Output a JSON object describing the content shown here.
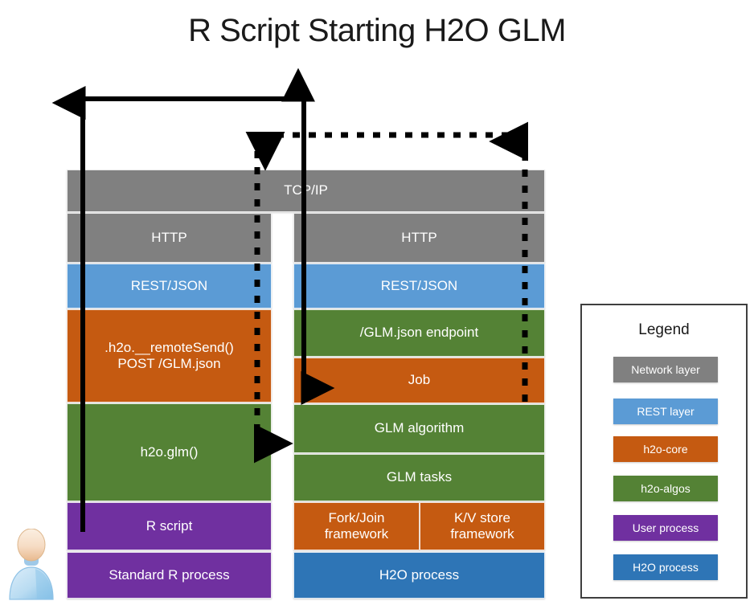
{
  "title": "R Script Starting H2O GLM",
  "colors": {
    "network_layer": "#808080",
    "rest_layer": "#5B9BD5",
    "h2o_core": "#C55A11",
    "h2o_algos": "#548235",
    "user_process": "#7030A0",
    "h2o_process": "#2E75B6",
    "arrow": "#000000",
    "background": "#FFFFFF"
  },
  "shared": {
    "tcpip": {
      "label": "TCP/IP",
      "category": "network_layer"
    }
  },
  "left_column": {
    "name": "Standard R process stack",
    "blocks": [
      {
        "label": "HTTP",
        "category": "network_layer"
      },
      {
        "label": "REST/JSON",
        "category": "rest_layer"
      },
      {
        "label": ".h2o.__remoteSend()\nPOST /GLM.json",
        "category": "h2o_core"
      },
      {
        "label": "h2o.glm()",
        "category": "h2o_algos"
      },
      {
        "label": "R script",
        "category": "user_process"
      },
      {
        "label": "Standard R process",
        "category": "user_process"
      }
    ]
  },
  "right_column": {
    "name": "H2O process stack",
    "blocks": [
      {
        "label": "HTTP",
        "category": "network_layer"
      },
      {
        "label": "REST/JSON",
        "category": "rest_layer"
      },
      {
        "label": "/GLM.json endpoint",
        "category": "h2o_algos"
      },
      {
        "label": "Job",
        "category": "h2o_core"
      },
      {
        "label": "GLM algorithm",
        "category": "h2o_algos"
      },
      {
        "label": "GLM tasks",
        "category": "h2o_algos"
      }
    ],
    "split_row": [
      {
        "label": "Fork/Join\nframework",
        "category": "h2o_core"
      },
      {
        "label": "K/V store\nframework",
        "category": "h2o_core"
      }
    ],
    "footer": {
      "label": "H2O process",
      "category": "h2o_process"
    }
  },
  "legend": {
    "title": "Legend",
    "items": [
      {
        "label": "Network layer",
        "color": "#808080"
      },
      {
        "label": "REST layer",
        "color": "#5B9BD5"
      },
      {
        "label": "h2o-core",
        "color": "#C55A11"
      },
      {
        "label": "h2o-algos",
        "color": "#548235"
      },
      {
        "label": "User process",
        "color": "#7030A0"
      },
      {
        "label": "H2O process",
        "color": "#2E75B6"
      }
    ]
  },
  "flow": {
    "request_arrow": "solid request flow: up the R stack, across the top, down into the H2O Job layer",
    "response_arrow": "dashed response flow: up the H2O stack, across the top, back down into h2o.glm()"
  }
}
